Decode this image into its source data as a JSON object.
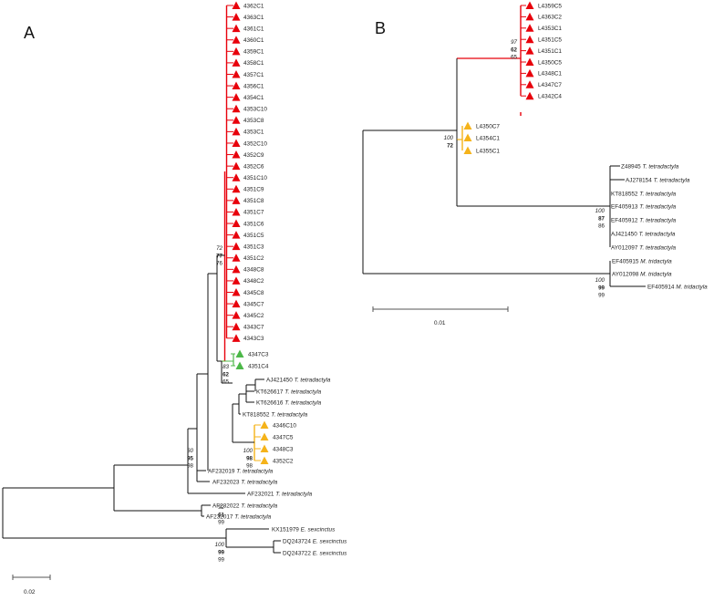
{
  "colors": {
    "red_clade": "#e8000b",
    "green_clade": "#4cb848",
    "orange_clade": "#f5b31a",
    "branch": "#111111",
    "scale_bar": "#555555"
  },
  "panel_a": {
    "label": "A",
    "scale_label": "0.02",
    "red_leaves": [
      "4362C1",
      "4363C1",
      "4361C1",
      "4360C1",
      "4359C1",
      "4358C1",
      "4357C1",
      "4356C1",
      "4354C1",
      "4353C10",
      "4353C8",
      "4353C1",
      "4352C10",
      "4352C9",
      "4352C6",
      "4351C10",
      "4351C9",
      "4351C8",
      "4351C7",
      "4351C6",
      "4351C5",
      "4351C3",
      "4351C2",
      "4348C8",
      "4348C2",
      "4345C8",
      "4345C7",
      "4345C2",
      "4343C7",
      "4343C3"
    ],
    "green_leaves": [
      "4347C3",
      "4351C4"
    ],
    "orange_leaves": [
      "4346C10",
      "4347C5",
      "4348C3",
      "4352C2"
    ],
    "ref_leaves": [
      {
        "acc": "AJ421450",
        "species": "T. tetradactyla"
      },
      {
        "acc": "KT626617",
        "species": "T. tetradactyla"
      },
      {
        "acc": "KT626616",
        "species": "T. tetradactyla"
      },
      {
        "acc": "KT818552",
        "species": "T. tetradactyla"
      },
      {
        "acc": "AF232019",
        "species": "T. tetradactyla"
      },
      {
        "acc": "AF232023",
        "species": "T. tetradactyla"
      },
      {
        "acc": "AF232021",
        "species": "T. tetradactyla"
      },
      {
        "acc": "AF232022",
        "species": "T. tetradactyla"
      },
      {
        "acc": "AF232017",
        "species": "T. tetradactyla"
      },
      {
        "acc": "KX151979",
        "species": "E. sexcinctus"
      },
      {
        "acc": "DQ243724",
        "species": "E. sexcinctus"
      },
      {
        "acc": "DQ243722",
        "species": "E. sexcinctus"
      }
    ],
    "supports": [
      [
        "72",
        "77",
        "76"
      ],
      [
        "83",
        "62",
        "65"
      ],
      [
        "100",
        "98",
        "98"
      ],
      [
        "60",
        "95",
        "98"
      ],
      [
        "92",
        "61",
        "99"
      ],
      [
        "100",
        "99",
        "99"
      ]
    ]
  },
  "panel_b": {
    "label": "B",
    "scale_label": "0.01",
    "red_leaves": [
      "L4359C5",
      "L4363C2",
      "L4353C1",
      "L4351C5",
      "L4351C1",
      "L4350C5",
      "L4348C1",
      "L4347C7",
      "L4342C4"
    ],
    "orange_leaves": [
      "L4350C7",
      "L4354C1",
      "L4355C1"
    ],
    "ref_leaves": [
      {
        "acc": "Z48945",
        "species": "T. tetradactyla"
      },
      {
        "acc": "AJ278154",
        "species": "T. tetradactyla"
      },
      {
        "acc": "KT818552",
        "species": "T. tetradactyla"
      },
      {
        "acc": "EF405913",
        "species": "T. tetradactyla"
      },
      {
        "acc": "EF405912",
        "species": "T. tetradactyla"
      },
      {
        "acc": "AJ421450",
        "species": "T. tetradactyla"
      },
      {
        "acc": "AY012097",
        "species": "T. tetradactyla"
      },
      {
        "acc": "EF405915",
        "species": "M. tridactyla"
      },
      {
        "acc": "AY012098",
        "species": "M. tridactyla"
      },
      {
        "acc": "EF405914",
        "species": "M. tridactyla"
      }
    ],
    "supports": [
      [
        "97",
        "62",
        "65"
      ],
      [
        "100",
        "72"
      ],
      [
        "100",
        "87",
        "86"
      ],
      [
        "100",
        "99",
        "99"
      ]
    ]
  }
}
